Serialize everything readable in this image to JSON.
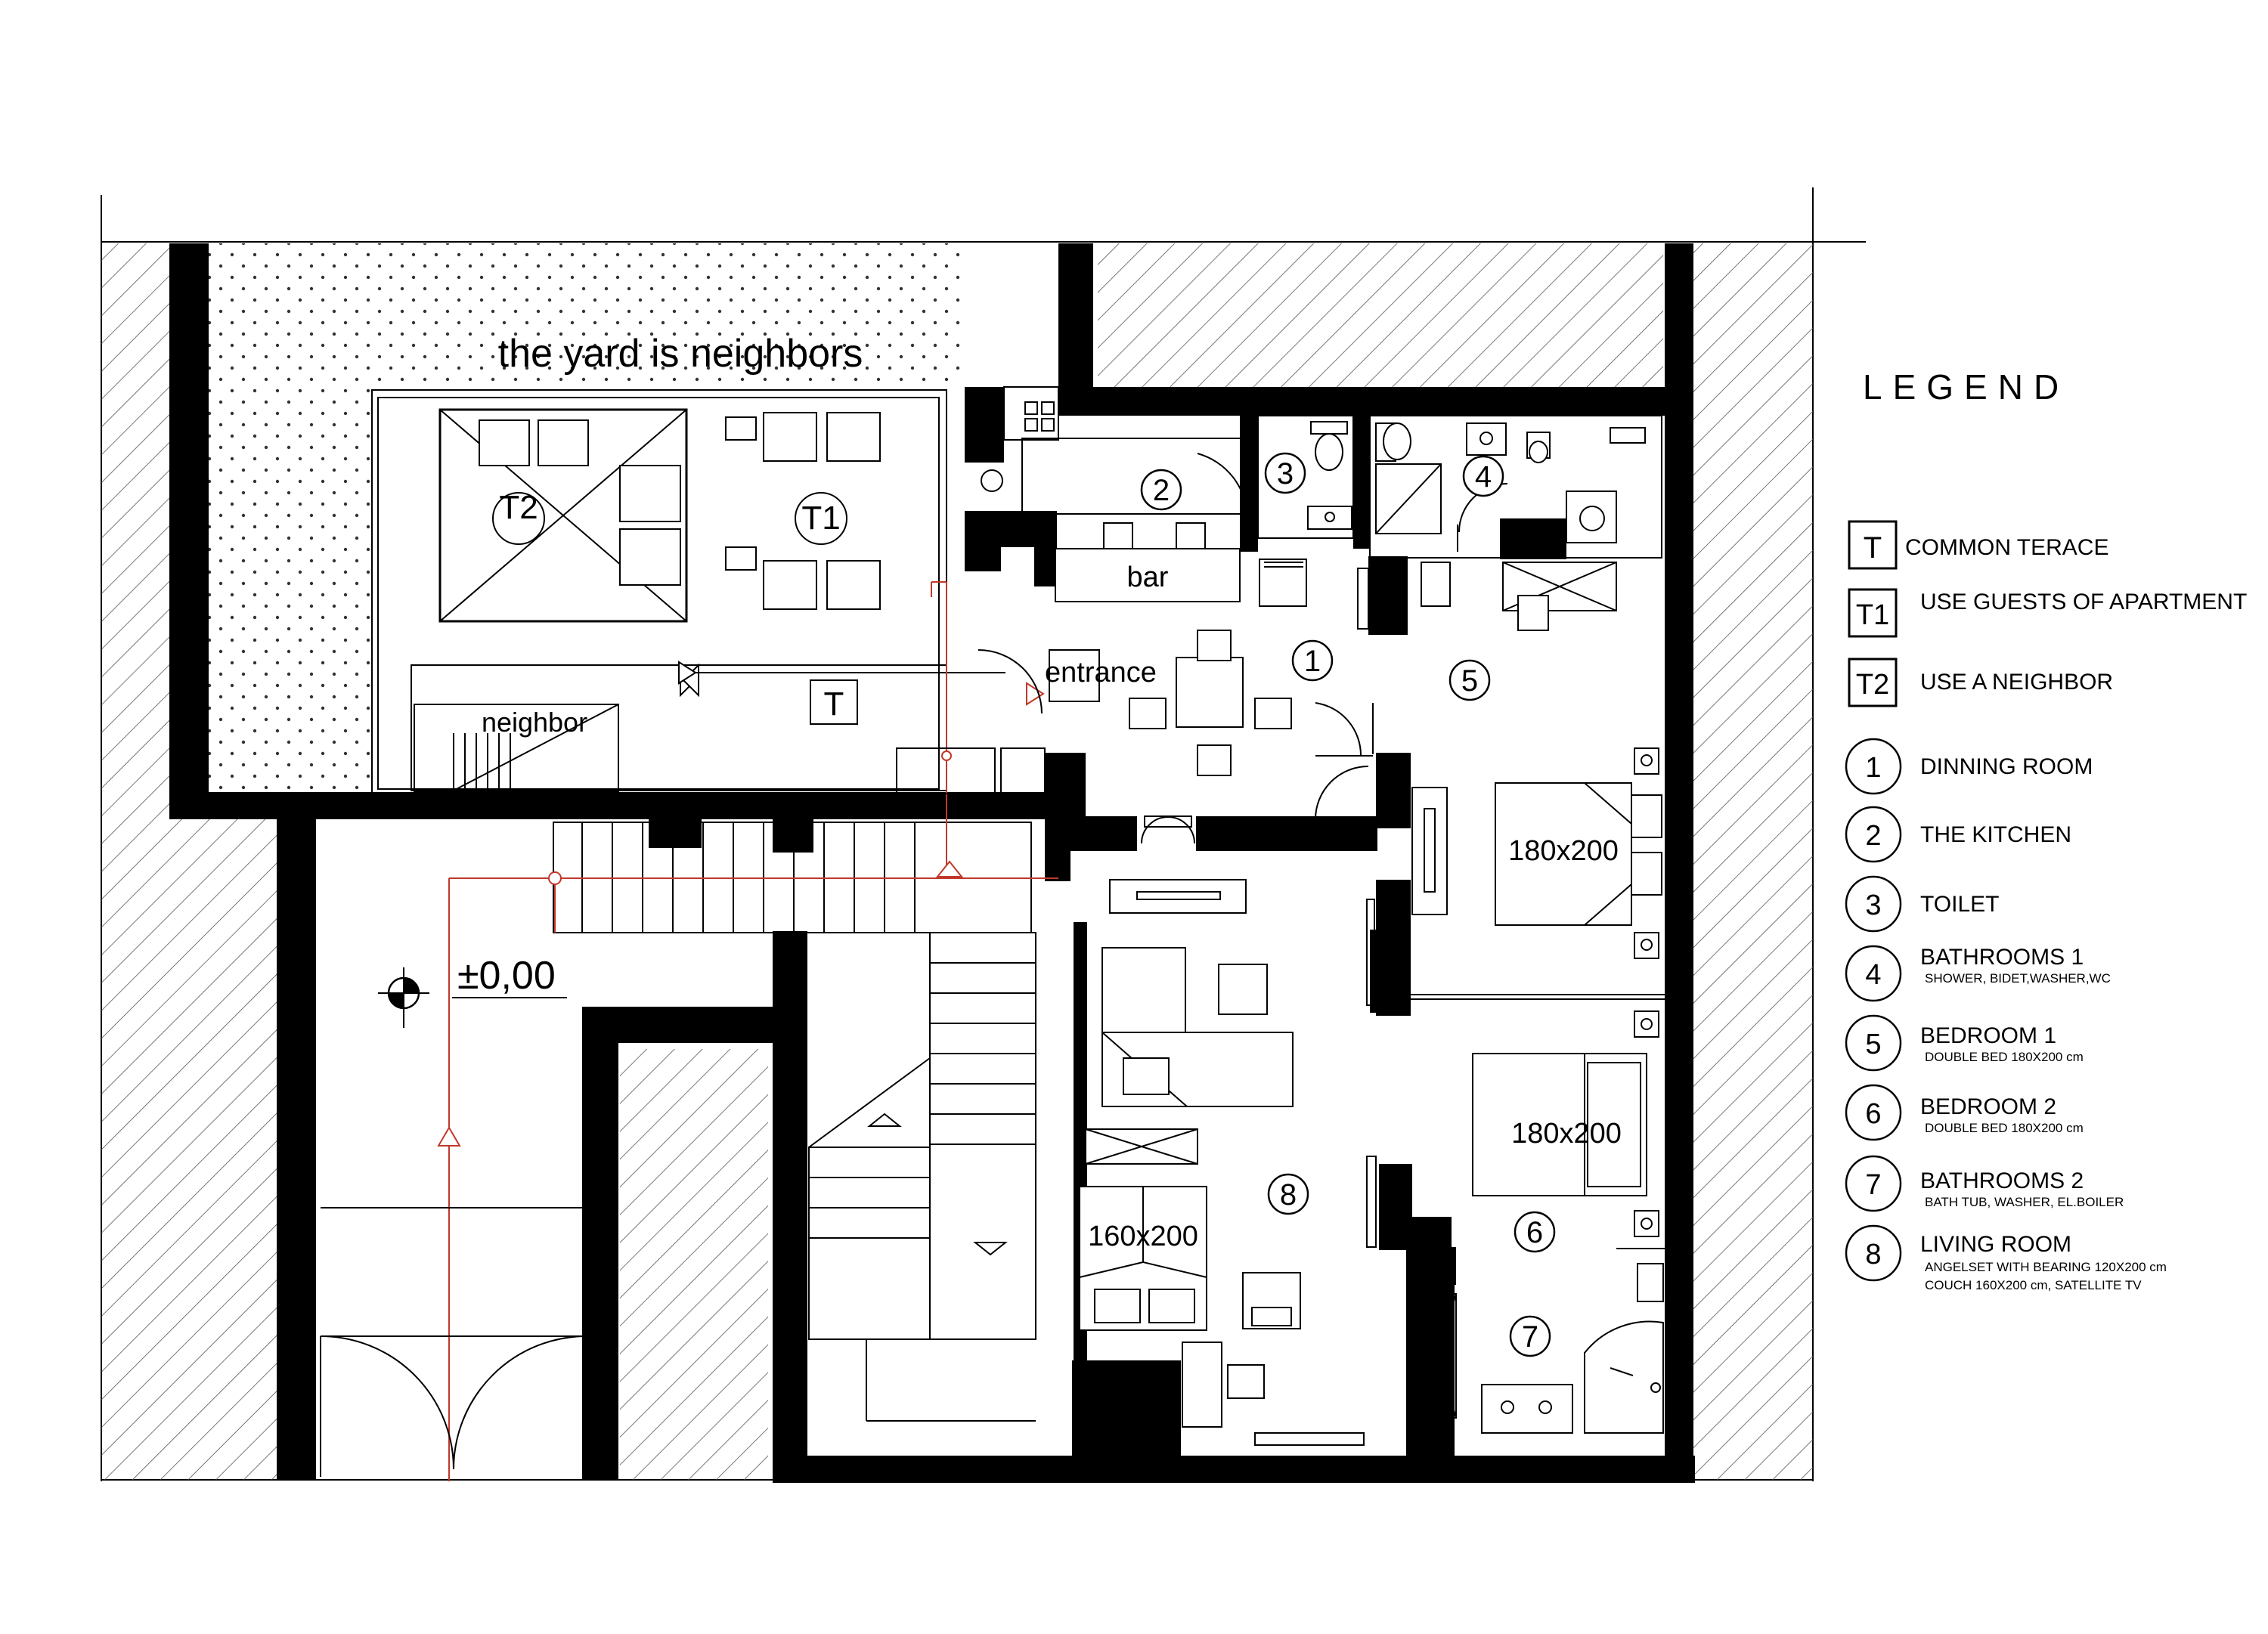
{
  "plan": {
    "yard_note": "the yard is neighbors",
    "level_mark": "±0,00",
    "labels": {
      "bar": "bar",
      "entrance": "entrance",
      "neighbor": "neighbor"
    },
    "terrace_markers": {
      "t": "T",
      "t1": "T1",
      "t2": "T2"
    },
    "room_numbers": {
      "r1": "1",
      "r2": "2",
      "r3": "3",
      "r4": "4",
      "r5": "5",
      "r6": "6",
      "r7": "7",
      "r8": "8"
    },
    "bed_sizes": {
      "bedroom1": "180x200",
      "bedroom2": "180x200",
      "living": "160x200"
    }
  },
  "legend": {
    "title": "LEGEND",
    "items": [
      {
        "key": "T",
        "label": "COMMON TERACE",
        "sub": []
      },
      {
        "key": "T1",
        "label": "USE GUESTS OF APARTMENT",
        "sub": []
      },
      {
        "key": "T2",
        "label": "USE A NEIGHBOR",
        "sub": []
      },
      {
        "key": "1",
        "label": "DINNING ROOM",
        "sub": []
      },
      {
        "key": "2",
        "label": "THE KITCHEN",
        "sub": []
      },
      {
        "key": "3",
        "label": "TOILET",
        "sub": []
      },
      {
        "key": "4",
        "label": "BATHROOMS  1",
        "sub": [
          "SHOWER, BIDET,WASHER,WC"
        ]
      },
      {
        "key": "5",
        "label": "BEDROOM 1",
        "sub": [
          "DOUBLE BED 180X200 cm"
        ]
      },
      {
        "key": "6",
        "label": "BEDROOM 2",
        "sub": [
          "DOUBLE BED 180X200 cm"
        ]
      },
      {
        "key": "7",
        "label": "BATHROOMS  2",
        "sub": [
          "BATH TUB, WASHER, EL.BOILER"
        ]
      },
      {
        "key": "8",
        "label": "LIVING ROOM",
        "sub": [
          "ANGELSET WITH BEARING 120X200 cm",
          "COUCH 160X200 cm, SATELLITE TV"
        ]
      }
    ]
  }
}
